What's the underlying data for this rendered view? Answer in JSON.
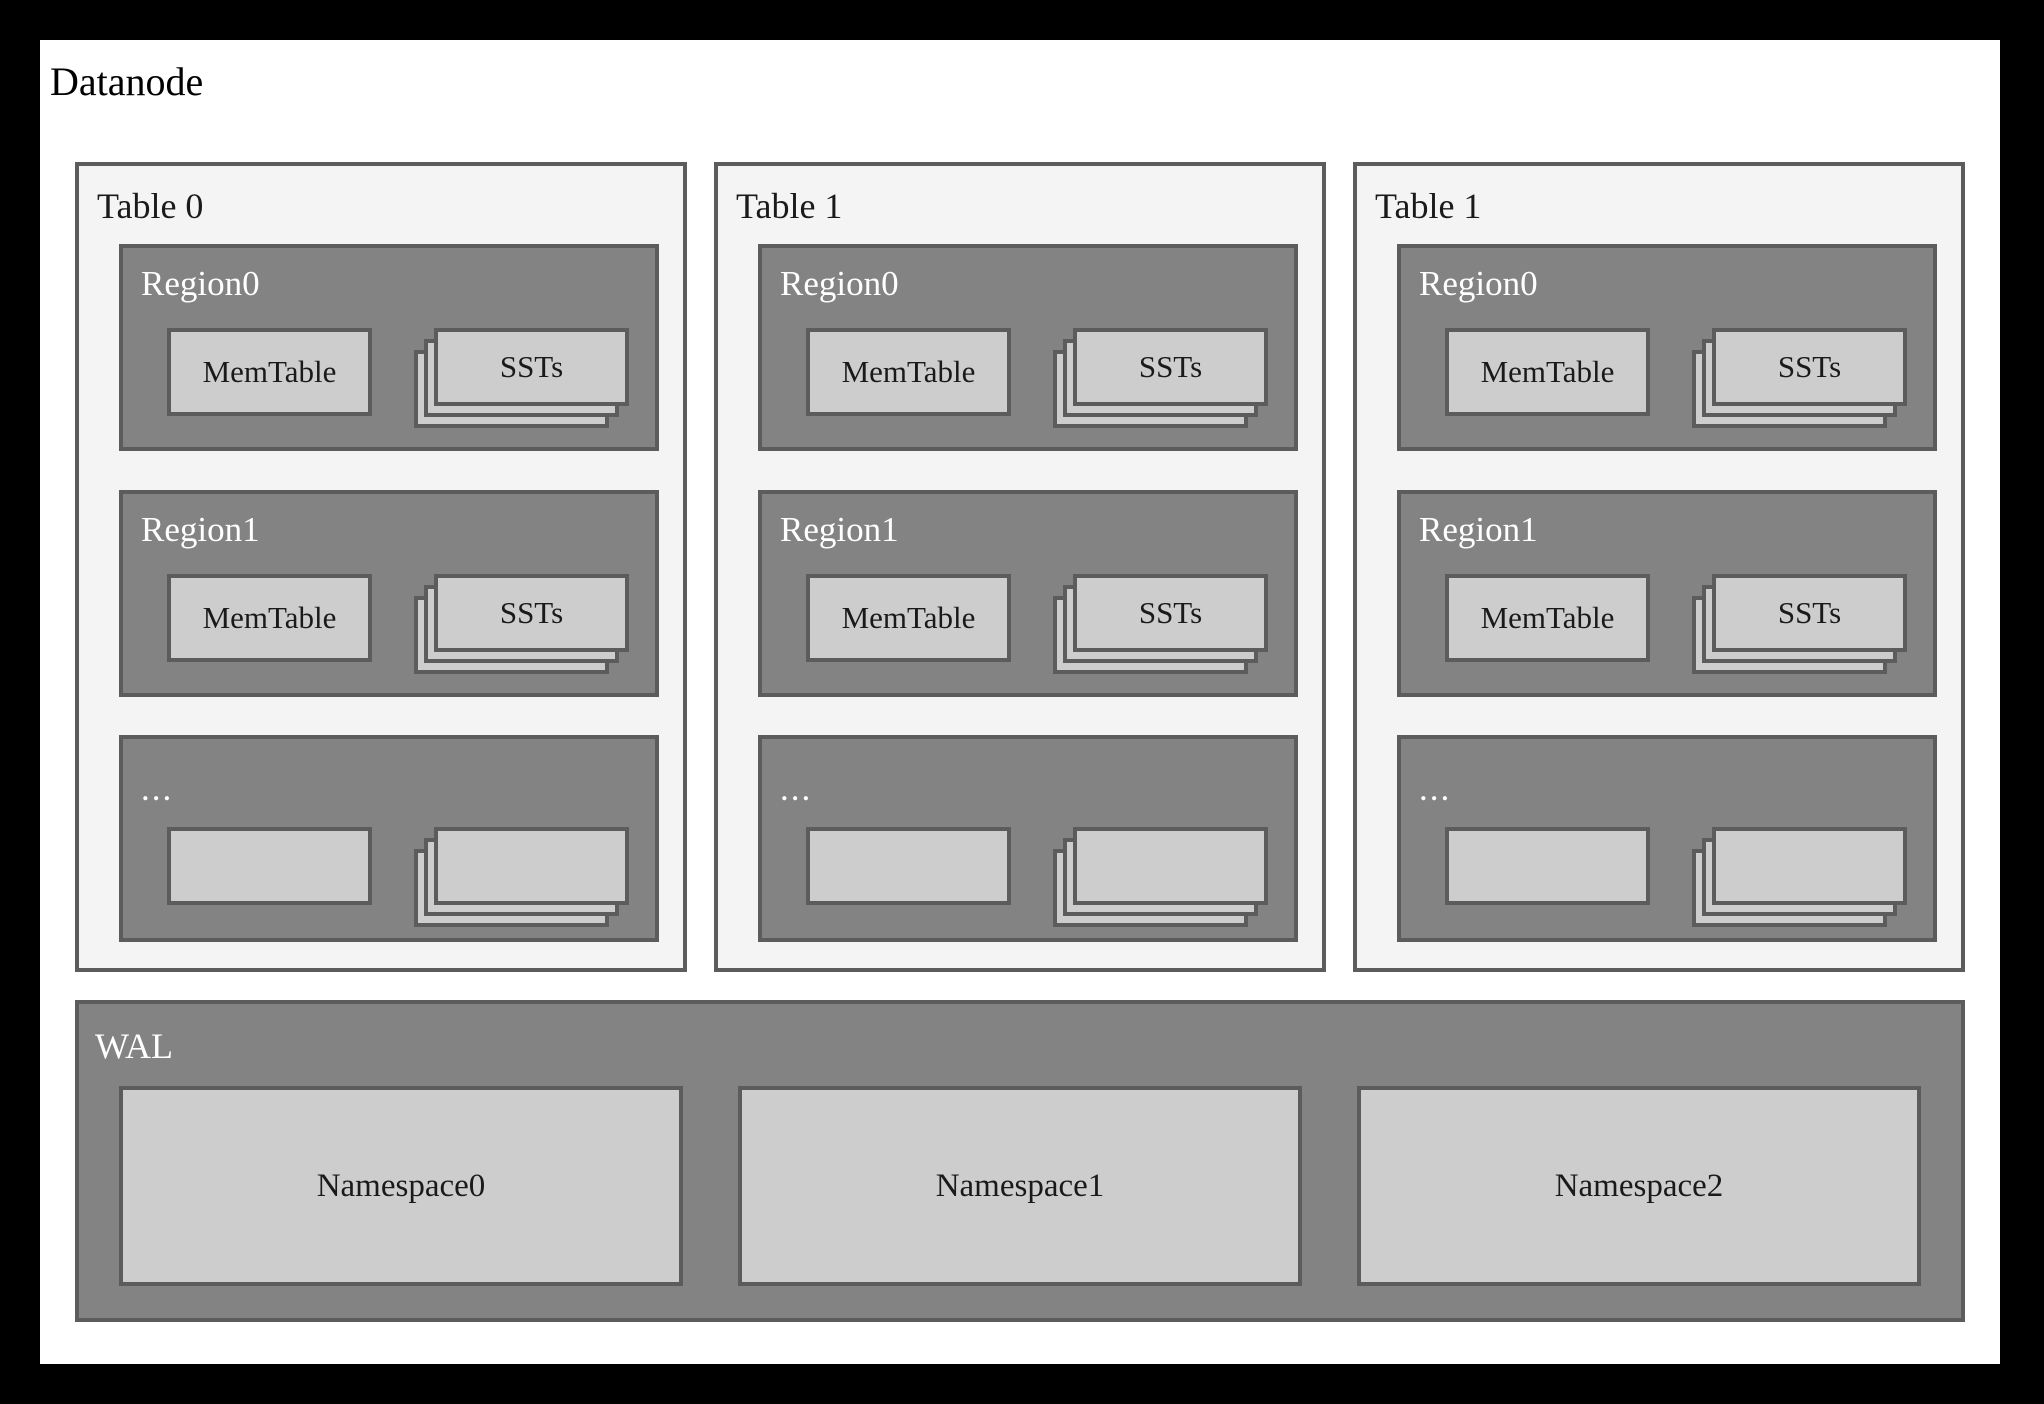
{
  "diagram": {
    "title": "Datanode",
    "background": "#ffffff",
    "frame_color": "#000000",
    "colors": {
      "panel_fill": "#f4f4f4",
      "region_fill": "#838383",
      "box_fill": "#cdcdcd",
      "border": "#5c5c5c",
      "label_dark": "#1a1a1a",
      "label_light": "#ffffff"
    },
    "tables": [
      {
        "label": "Table 0",
        "regions": [
          {
            "label": "Region0",
            "is_ellipsis": false,
            "memtable_label": "MemTable",
            "sst_label": "SSTs",
            "sst_count": 3
          },
          {
            "label": "Region1",
            "is_ellipsis": false,
            "memtable_label": "MemTable",
            "sst_label": "SSTs",
            "sst_count": 3
          },
          {
            "label": "...",
            "is_ellipsis": true,
            "memtable_label": "",
            "sst_label": "",
            "sst_count": 3
          }
        ]
      },
      {
        "label": "Table 1",
        "regions": [
          {
            "label": "Region0",
            "is_ellipsis": false,
            "memtable_label": "MemTable",
            "sst_label": "SSTs",
            "sst_count": 3
          },
          {
            "label": "Region1",
            "is_ellipsis": false,
            "memtable_label": "MemTable",
            "sst_label": "SSTs",
            "sst_count": 3
          },
          {
            "label": "...",
            "is_ellipsis": true,
            "memtable_label": "",
            "sst_label": "",
            "sst_count": 3
          }
        ]
      },
      {
        "label": "Table 1",
        "regions": [
          {
            "label": "Region0",
            "is_ellipsis": false,
            "memtable_label": "MemTable",
            "sst_label": "SSTs",
            "sst_count": 3
          },
          {
            "label": "Region1",
            "is_ellipsis": false,
            "memtable_label": "MemTable",
            "sst_label": "SSTs",
            "sst_count": 3
          },
          {
            "label": "...",
            "is_ellipsis": true,
            "memtable_label": "",
            "sst_label": "",
            "sst_count": 3
          }
        ]
      }
    ],
    "wal": {
      "label": "WAL",
      "namespaces": [
        {
          "label": "Namespace0"
        },
        {
          "label": "Namespace1"
        },
        {
          "label": "Namespace2"
        }
      ]
    }
  }
}
